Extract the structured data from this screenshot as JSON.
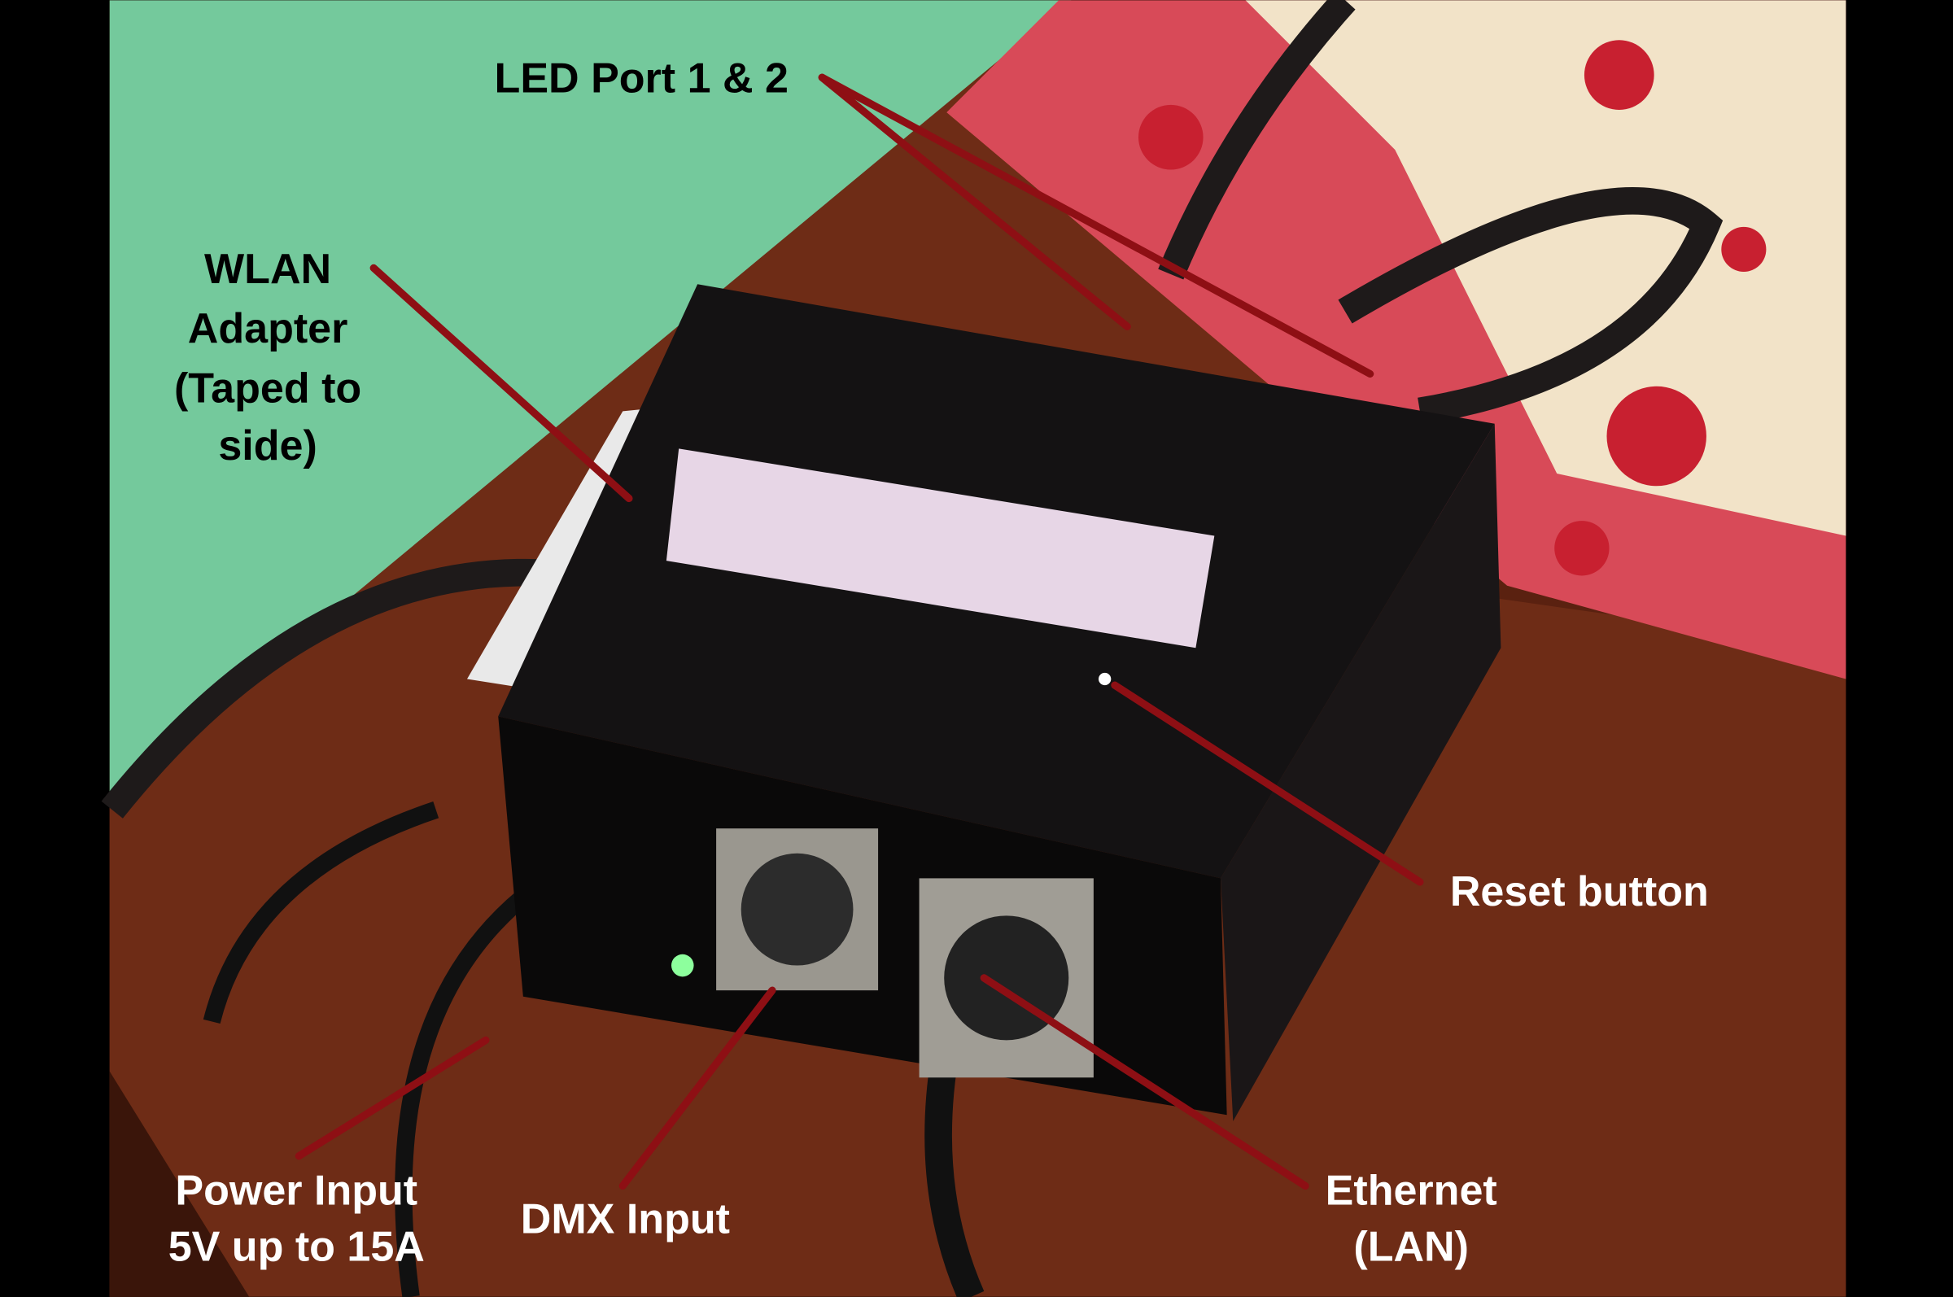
{
  "labels": {
    "led_ports": "LED Port 1 & 2",
    "wlan": [
      "WLAN",
      "Adapter",
      "(Taped to",
      "side)"
    ],
    "reset": "Reset button",
    "power": [
      "Power Input",
      "5V up to 15A"
    ],
    "dmx": "DMX Input",
    "ethernet": [
      "Ethernet",
      "(LAN)"
    ]
  },
  "colors": {
    "pointer": "#8e0f14",
    "wall": "#6fc79a",
    "table": "#6b2a15",
    "box": "#0d0b0c"
  }
}
